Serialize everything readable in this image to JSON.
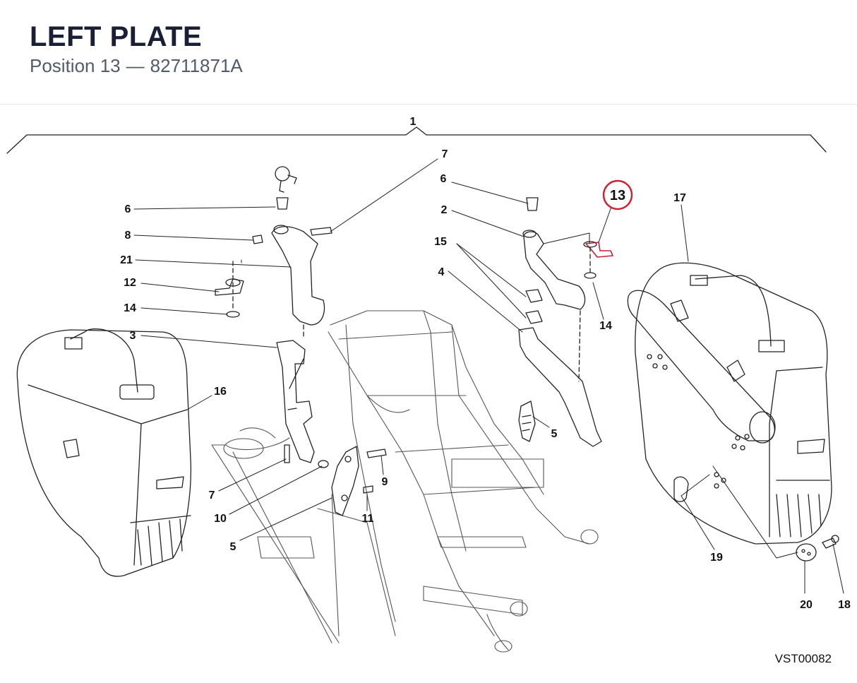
{
  "header": {
    "title": "LEFT PLATE",
    "position_label": "Position 13",
    "separator": "—",
    "part_number": "82711871A"
  },
  "diagram": {
    "doc_code": "VST00082",
    "highlight_color": "#cc2233",
    "callouts": {
      "c1": "1",
      "c7a": "7",
      "c6a": "6",
      "c8": "8",
      "c21": "21",
      "c12": "12",
      "c14a": "14",
      "c3": "3",
      "c16": "16",
      "c7b": "7",
      "c10": "10",
      "c5a": "5",
      "c9": "9",
      "c11": "11",
      "c6b": "6",
      "c2": "2",
      "c15": "15",
      "c4": "4",
      "c13": "13",
      "c14b": "14",
      "c5b": "5",
      "c17": "17",
      "c19": "19",
      "c20": "20",
      "c18": "18"
    }
  }
}
